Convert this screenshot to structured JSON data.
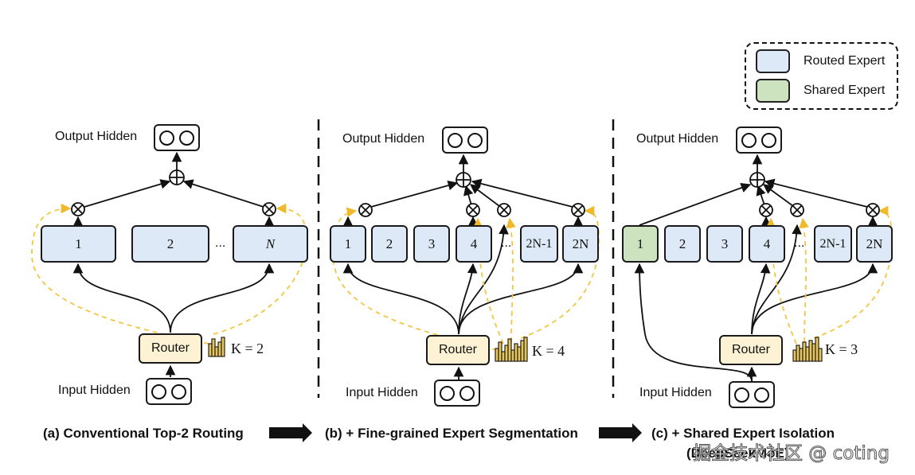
{
  "legend": {
    "routed_label": "Routed Expert",
    "shared_label": "Shared Expert",
    "routed_color": "#dde9f6",
    "shared_color": "#cde3c0"
  },
  "colors": {
    "router_fill": "#fdf2d4",
    "dashed_route": "#f5c542",
    "bar_fill": "#e8c65a"
  },
  "panel_a": {
    "output_label": "Output Hidden",
    "input_label": "Input Hidden",
    "router_label": "Router",
    "experts": [
      "1",
      "2",
      "N"
    ],
    "ellipsis": "...",
    "k_value": "K = 2",
    "caption": "(a) Conventional Top-2 Routing"
  },
  "panel_b": {
    "output_label": "Output Hidden",
    "input_label": "Input Hidden",
    "router_label": "Router",
    "experts": [
      "1",
      "2",
      "3",
      "4",
      "2N-1",
      "2N"
    ],
    "ellipsis": "...",
    "k_value": "K = 4",
    "caption": "(b) + Fine-grained Expert Segmentation"
  },
  "panel_c": {
    "output_label": "Output Hidden",
    "input_label": "Input Hidden",
    "router_label": "Router",
    "experts": [
      "1",
      "2",
      "3",
      "4",
      "2N-1",
      "2N"
    ],
    "ellipsis": "...",
    "k_value": "K = 3",
    "caption": "(c) + Shared Expert Isolation",
    "caption_sub": "(DeepSeekMoE)"
  },
  "watermark": "掘金技术社区 @ coting"
}
